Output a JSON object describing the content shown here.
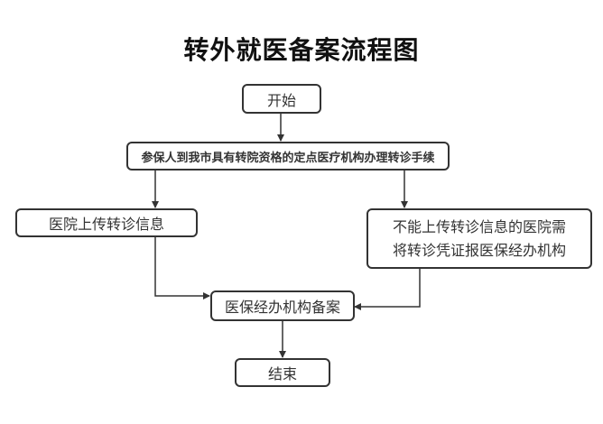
{
  "title": "转外就医备案流程图",
  "nodes": {
    "start": "开始",
    "procedure": "参保人到我市具有转院资格的定点医疗机构办理转诊手续",
    "upload": "医院上传转诊信息",
    "no_upload_line1": "不能上传转诊信息的医院需",
    "no_upload_line2": "将转诊凭证报医保经办机构",
    "filing": "医保经办机构备案",
    "end": "结束"
  }
}
